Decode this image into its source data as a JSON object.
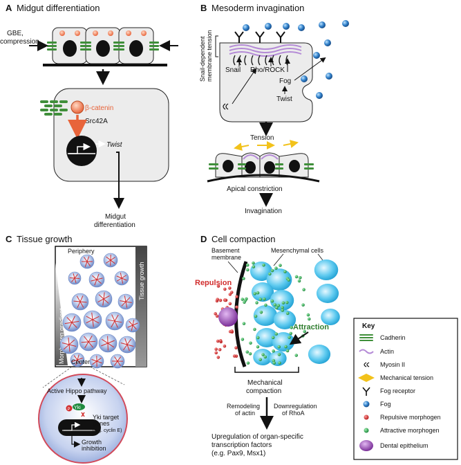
{
  "panelA": {
    "letter": "A",
    "title": "Midgut differentiation",
    "forces_label_line1": "GBE,",
    "forces_label_line2": "compression",
    "beta_catenin": "β-catenin",
    "src42a": "Src42A",
    "twist": "Twist",
    "outcome_line1": "Midgut",
    "outcome_line2": "differentiation"
  },
  "panelB": {
    "letter": "B",
    "title": "Mesoderm invagination",
    "side_label_line1": "Snail-dependent",
    "side_label_line2": "membrane tension",
    "snail": "Snail",
    "rho_rock": "Rho/ROCK",
    "fog": "Fog",
    "twist": "Twist",
    "tension": "Tension",
    "apical_constriction": "Apical constriction",
    "invagination": "Invagination"
  },
  "panelC": {
    "letter": "C",
    "title": "Tissue growth",
    "periphery": "Periphery",
    "center": "Center",
    "morphogen_gradient": "Morphogen gradient",
    "tissue_growth": "Tissue growth",
    "active_hippo": "Active Hippo pathway",
    "p_label": "P",
    "yki": "Yki",
    "yki_target_line1": "Yki target",
    "yki_target_line2": "genes",
    "yki_target_line3": "(e.g. cyclin E)",
    "growth_line1": "Growth",
    "growth_line2": "inhibition"
  },
  "panelD": {
    "letter": "D",
    "title": "Cell compaction",
    "basement_line1": "Basement",
    "basement_line2": "membrane",
    "mesenchymal": "Mesenchymal cells",
    "repulsion": "Repulsion",
    "attraction": "Attraction",
    "mech_line1": "Mechanical",
    "mech_line2": "compaction",
    "remodel_line1": "Remodeling",
    "remodel_line2": "of actin",
    "down_line1": "Downregulation",
    "down_line2": "of RhoA",
    "upreg_line1": "Upregulation of organ-specific",
    "upreg_line2": "transcription factors",
    "upreg_line3": "(e.g. Pax9, Msx1)"
  },
  "key": {
    "title": "Key",
    "items": [
      {
        "label": "Cadherin",
        "icon": "cadherin-icon"
      },
      {
        "label": "Actin",
        "icon": "actin-icon"
      },
      {
        "label": "Myosin II",
        "icon": "myosin-icon"
      },
      {
        "label": "Mechanical tension",
        "icon": "tension-arrow-icon"
      },
      {
        "label": "Fog receptor",
        "icon": "fog-receptor-icon"
      },
      {
        "label": "Fog",
        "icon": "fog-icon"
      },
      {
        "label": "Repulsive morphogen",
        "icon": "repulsive-dot-icon"
      },
      {
        "label": "Attractive morphogen",
        "icon": "attractive-dot-icon"
      },
      {
        "label": "Dental epithelium",
        "icon": "dental-epithelium-icon"
      }
    ]
  },
  "colors": {
    "cadherin": "#3f8f3a",
    "actin": "#b48ad6",
    "tension": "#f2c21b",
    "fog": "#2f7fc9",
    "repulsive": "#d12c2c",
    "attractive": "#2f9d4f",
    "dental": "#8a3fa8",
    "beta_catenin": "#e8643a",
    "mesenchyme": "#4fc3ea",
    "cell_fill": "#ececec"
  }
}
